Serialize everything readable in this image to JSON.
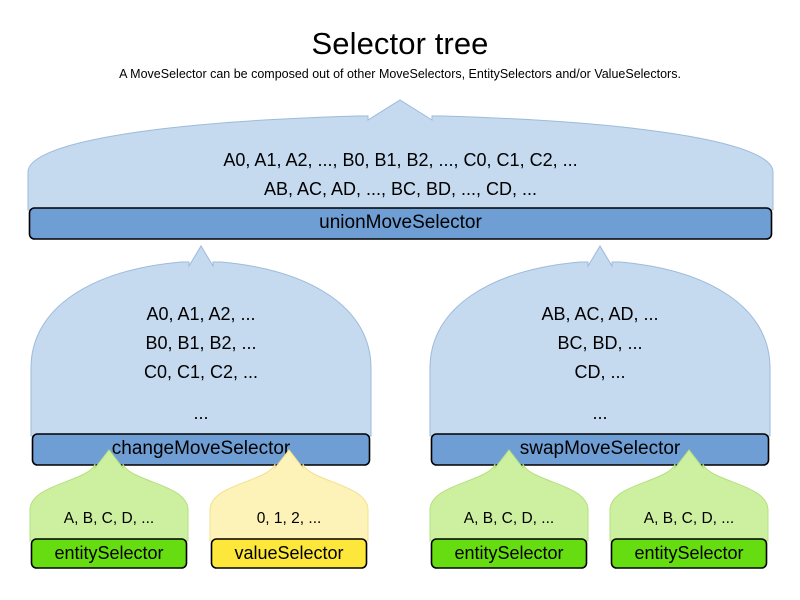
{
  "header": {
    "title": "Selector tree",
    "subtitle": "A MoveSelector can be composed out of other MoveSelectors, EntitySelectors and/or ValueSelectors."
  },
  "colors": {
    "dome_blue": "#c5d9ef",
    "bar_blue": "#6e9ed4",
    "dome_green": "#cdf0a0",
    "bar_green": "#66dd11",
    "dome_yellow": "#fdf3b9",
    "bar_yellow": "#fce73a",
    "stroke": "#000000",
    "dome_stroke_blue": "#9dbbdd",
    "dome_stroke_green": "#b4e07f",
    "dome_stroke_yellow": "#f2e08a",
    "text": "#000000",
    "background": "#ffffff"
  },
  "diagram": {
    "type": "tree",
    "nodes": [
      {
        "id": "union",
        "label": "unionMoveSelector",
        "kind": "move-selector",
        "items": [
          "A0, A1, A2, ..., B0, B1, B2, ..., C0, C1, C2, ...",
          "AB, AC, AD, ..., BC, BD, ..., CD, ..."
        ]
      },
      {
        "id": "change",
        "label": "changeMoveSelector",
        "kind": "move-selector",
        "items": [
          "A0, A1, A2, ...",
          "B0, B1, B2, ...",
          "C0, C1, C2, ...",
          "..."
        ]
      },
      {
        "id": "swap",
        "label": "swapMoveSelector",
        "kind": "move-selector",
        "items": [
          "AB, AC, AD, ...",
          "BC, BD, ...",
          "CD, ...",
          "..."
        ]
      },
      {
        "id": "leaf-0",
        "label": "entitySelector",
        "kind": "entity-selector",
        "items": [
          "A, B, C, D, ..."
        ]
      },
      {
        "id": "leaf-1",
        "label": "valueSelector",
        "kind": "value-selector",
        "items": [
          "0, 1, 2, ..."
        ]
      },
      {
        "id": "leaf-2",
        "label": "entitySelector",
        "kind": "entity-selector",
        "items": [
          "A, B, C, D, ..."
        ]
      },
      {
        "id": "leaf-3",
        "label": "entitySelector",
        "kind": "entity-selector",
        "items": [
          "A, B, C, D, ..."
        ]
      }
    ],
    "edges": [
      {
        "from": "change",
        "to": "union"
      },
      {
        "from": "swap",
        "to": "union"
      },
      {
        "from": "leaf-0",
        "to": "change"
      },
      {
        "from": "leaf-1",
        "to": "change"
      },
      {
        "from": "leaf-2",
        "to": "swap"
      },
      {
        "from": "leaf-3",
        "to": "swap"
      }
    ]
  }
}
